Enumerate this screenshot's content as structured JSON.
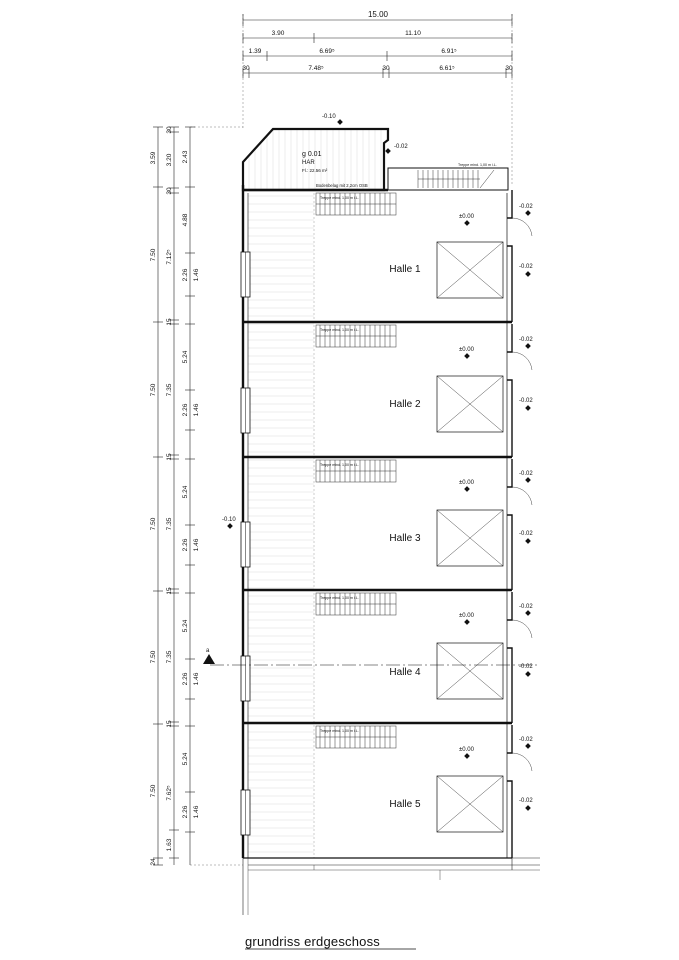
{
  "top_dimensions": {
    "row1": [
      "15.00"
    ],
    "row2": [
      "3.90",
      "11.10"
    ],
    "row3": [
      "1.39",
      "6.69⁵",
      "6.91⁵"
    ],
    "row4": [
      "30",
      "7.48⁵",
      "30",
      "6.61⁵",
      "30"
    ]
  },
  "left_dimensions": {
    "outer": [
      "3.59",
      "7.50",
      "7.50",
      "7.50",
      "7.50",
      "7.50",
      "24"
    ],
    "middle": [
      "30",
      "3.20",
      "30",
      "7.12⁵",
      "15",
      "7.35",
      "15",
      "7.35",
      "15",
      "7.35",
      "15",
      "7.62⁵",
      "1.63"
    ],
    "inner": [
      "2.43",
      "4.88",
      "1.46",
      "2.26",
      "5.24",
      "2.26",
      "1.46",
      "5.24",
      "2.26",
      "1.46",
      "5.24",
      "2.26",
      "1.46",
      "5.24",
      "2.26",
      "1.46"
    ]
  },
  "levels": {
    "top_entry": "-0.10",
    "top_right": "-0.02",
    "left_side": "-0.10",
    "hall_floor": "±0.00",
    "door_level": "-0.02",
    "section_marker": "a"
  },
  "top_room": {
    "name": "g 0.01",
    "use": "HAR",
    "area": "Fl.: 22.56 m²",
    "floor_note": "Bodenbelag mit 2,2cm OSB",
    "stair_note": "Treppe mind. 1,00 m i.L."
  },
  "halls": [
    {
      "label": "Halle 1",
      "stair_note": "Treppe mind. 1,00 m i.L."
    },
    {
      "label": "Halle 2",
      "stair_note": "Treppe mind. 1,00 m i.L."
    },
    {
      "label": "Halle 3",
      "stair_note": "Treppe mind. 1,00 m i.L."
    },
    {
      "label": "Halle 4",
      "stair_note": "Treppe mind. 1,00 m i.L."
    },
    {
      "label": "Halle 5",
      "stair_note": "Treppe mind. 1,00 m i.L."
    }
  ],
  "caption": "grundriss erdgeschoss"
}
